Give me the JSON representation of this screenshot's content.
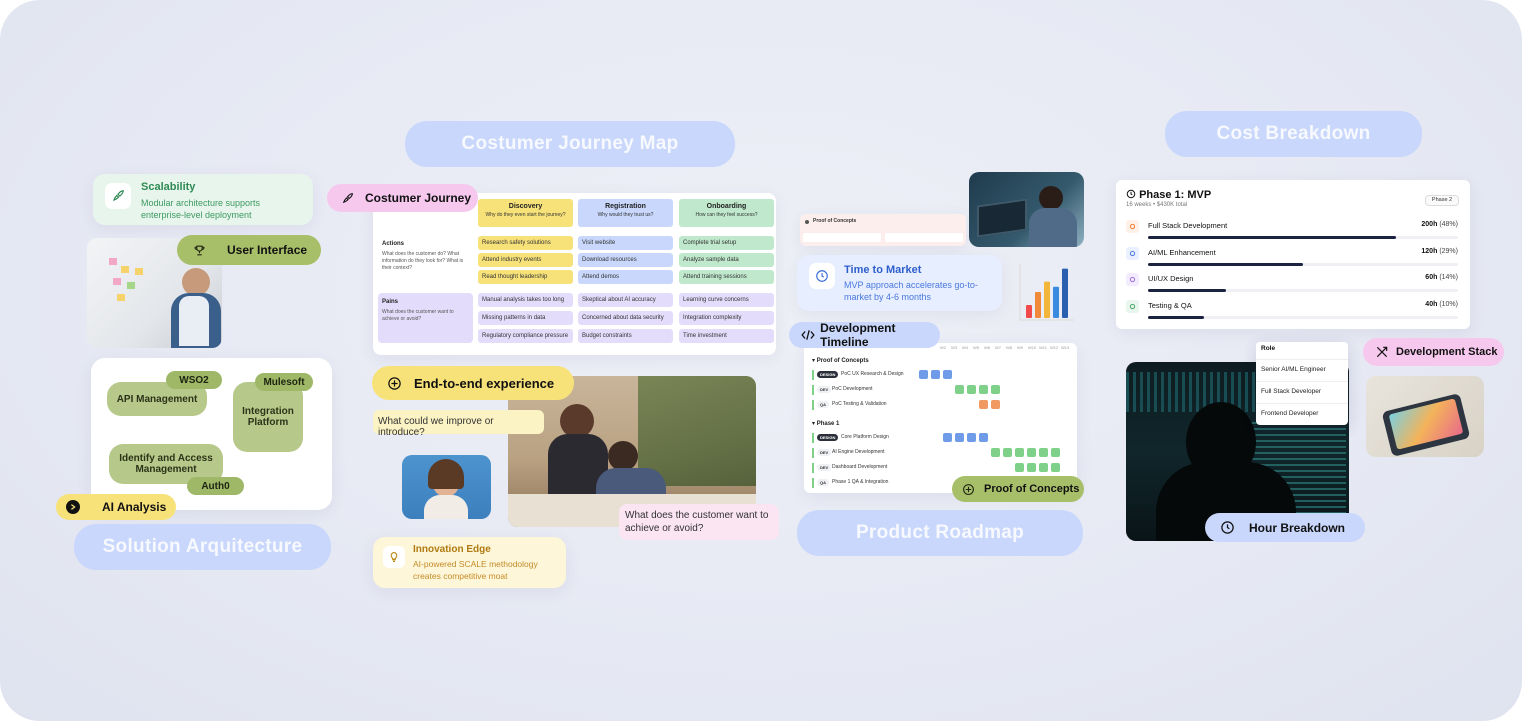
{
  "colors": {
    "blue": "#c8d7fb",
    "green": "#a8bf6a",
    "yellow": "#f7e27a",
    "pink": "#f6c8ee",
    "purple": "#e4dcfb"
  },
  "solution": {
    "title": "Solution Arquitecture",
    "scalability": {
      "title": "Scalability",
      "desc1": "Modular architecture supports",
      "desc2": "enterprise-level deployment"
    },
    "user_interface": "User Interface",
    "ai_analysis": "AI Analysis",
    "blocks": {
      "wso2": "WSO2",
      "mulesoft": "Mulesoft",
      "api": "API Management",
      "integration": "Integration Platform",
      "identity": "Identify and Access Management",
      "auth0": "Auth0"
    }
  },
  "journey": {
    "title": "Costumer Journey Map",
    "badge": "Costumer Journey",
    "columns": [
      {
        "name": "Discovery",
        "sub": "Why do they even start the journey?"
      },
      {
        "name": "Registration",
        "sub": "Why would they trust us?"
      },
      {
        "name": "Onboarding",
        "sub": "How can they feel success?"
      }
    ],
    "actions": {
      "label": "Actions",
      "desc": "What does the customer do? What information do they look for? What is their context?"
    },
    "pains": {
      "label": "Pains",
      "desc": "What does the customer want to achieve or avoid?"
    },
    "action_cells": [
      [
        "Research safety solutions",
        "Visit website",
        "Complete trial setup"
      ],
      [
        "Attend industry events",
        "Download resources",
        "Analyze sample data"
      ],
      [
        "Read thought leadership",
        "Attend demos",
        "Attend training sessions"
      ]
    ],
    "pain_cells": [
      [
        "Manual analysis takes too long",
        "Skeptical about AI accuracy",
        "Learning curve concerns"
      ],
      [
        "Missing patterns in data",
        "Concerned about data security",
        "Integration complexity"
      ],
      [
        "Regulatory compliance pressure",
        "Budget constraints",
        "Time investment"
      ]
    ],
    "e2e": "End-to-end experience",
    "q1": "What could we improve or introduce?",
    "q2": "What does the customer want to achieve or avoid?",
    "innovation": {
      "title": "Innovation Edge",
      "desc1": "AI-powered SCALE methodology",
      "desc2": "creates competitive moat"
    }
  },
  "roadmap": {
    "title": "Product Roadmap",
    "poc_card": "Proof of Concepts",
    "time_to_market": {
      "title": "Time to Market",
      "desc1": "MVP approach accelerates go-to-",
      "desc2": "market by 4-6 months"
    },
    "dev_timeline": "Development Timeline",
    "weeks": [
      "W2",
      "W3",
      "W4",
      "W5",
      "W6",
      "W7",
      "W8",
      "W9",
      "W10",
      "W11",
      "W12",
      "W13"
    ],
    "phase_a": "Proof of Concepts",
    "phase_b": "Phase 1",
    "rows_a": [
      {
        "tag": "DESIGN",
        "label": "PoC UX Research & Design"
      },
      {
        "tag": "DEV",
        "label": "PoC Development"
      },
      {
        "tag": "QA",
        "label": "PoC Testing & Validation"
      }
    ],
    "rows_b": [
      {
        "tag": "DESIGN",
        "label": "Core Platform Design"
      },
      {
        "tag": "DEV",
        "label": "AI Engine Development"
      },
      {
        "tag": "DEV",
        "label": "Dashboard Development"
      },
      {
        "tag": "QA",
        "label": "Phase 1 QA & Integration"
      }
    ],
    "poc_pill": "Proof of Concepts",
    "chart_values": [
      0.25,
      0.5,
      0.7,
      0.6,
      0.95
    ]
  },
  "cost": {
    "title": "Cost Breakdown",
    "phase_title": "Phase 1: MVP",
    "phase_sub": "16 weeks • $430K total",
    "phase2": "Phase 2",
    "items": [
      {
        "label": "Full Stack Development",
        "hours": "200h",
        "pct": "(48%)",
        "value": 0.8
      },
      {
        "label": "AI/ML Enhancement",
        "hours": "120h",
        "pct": "(29%)",
        "value": 0.5
      },
      {
        "label": "UI/UX Design",
        "hours": "60h",
        "pct": "(14%)",
        "value": 0.25
      },
      {
        "label": "Testing & QA",
        "hours": "40h",
        "pct": "(10%)",
        "value": 0.18
      }
    ],
    "roles": [
      "Role",
      "Senior AI/ML Engineer",
      "Full Stack Developer",
      "Frontend Developer"
    ],
    "dev_stack": "Development Stack",
    "hour_breakdown": "Hour Breakdown"
  }
}
